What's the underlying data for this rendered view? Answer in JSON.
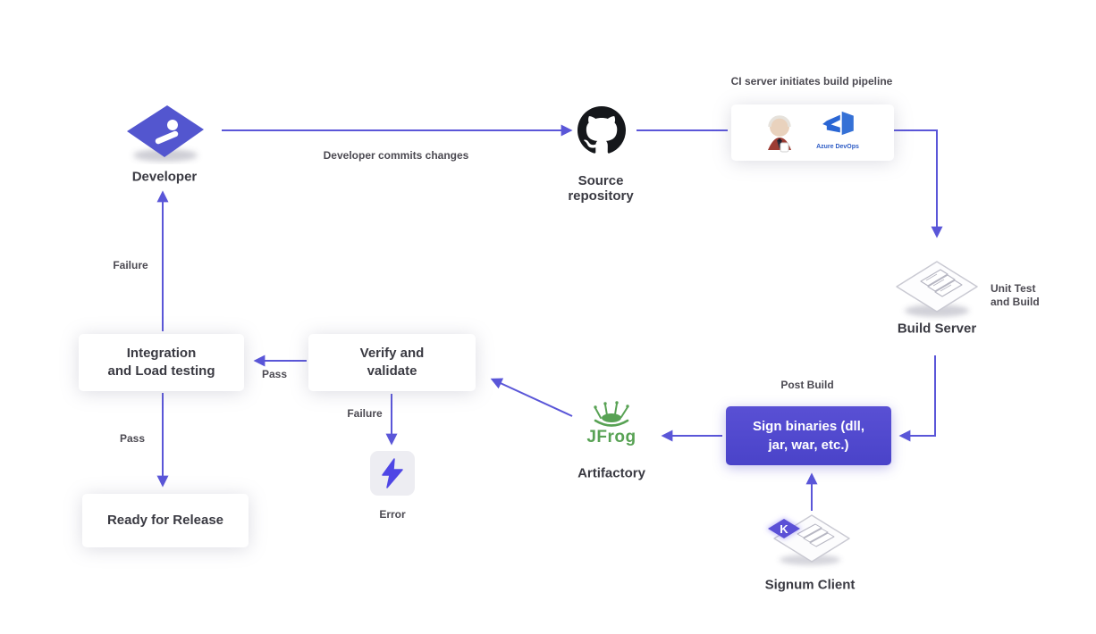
{
  "colors": {
    "arrow": "#5a56d8",
    "sign_box": "#4c45cc",
    "jfrog_green": "#58a254",
    "azure_blue": "#2e5cc5",
    "error_bolt": "#4f46e5",
    "developer_diamond": "#5356cf",
    "signum_badge": "#5b50d6",
    "github_black": "#15171b"
  },
  "icons": {
    "developer": "developer-diamond-icon",
    "source_repository": "github-icon",
    "ci_jenkins": "jenkins-icon",
    "ci_azure": "azure-devops-icon",
    "build_server": "server-rack-isometric-icon",
    "artifactory": "jfrog-splash-icon",
    "error": "lightning-bolt-icon",
    "signum": "server-rack-isometric-icon",
    "signum_badge": "signum-badge-icon"
  },
  "nodes": {
    "developer": {
      "label": "Developer"
    },
    "source_repository": {
      "line1": "Source",
      "line2": "repository"
    },
    "ci_server": {
      "caption": "CI server initiates build pipeline",
      "azure_label": "Azure DevOps"
    },
    "build_server": {
      "label": "Build Server",
      "note_line1": "Unit Test",
      "note_line2": "and Build"
    },
    "sign_binaries": {
      "note": "Post Build",
      "line1": "Sign binaries (dll,",
      "line2": "jar, war, etc.)"
    },
    "artifactory": {
      "logo_text": "JFrog",
      "label": "Artifactory"
    },
    "verify": {
      "line1": "Verify and",
      "line2": "validate"
    },
    "error": {
      "label": "Error"
    },
    "integration": {
      "line1": "Integration",
      "line2": "and Load testing"
    },
    "ready": {
      "label": "Ready for Release"
    },
    "signum": {
      "label": "Signum Client",
      "badge_glyph": "K"
    }
  },
  "edges": {
    "commit": "Developer commits changes",
    "verify_failure": "Failure",
    "verify_pass": "Pass",
    "integration_failure": "Failure",
    "integration_pass": "Pass"
  }
}
